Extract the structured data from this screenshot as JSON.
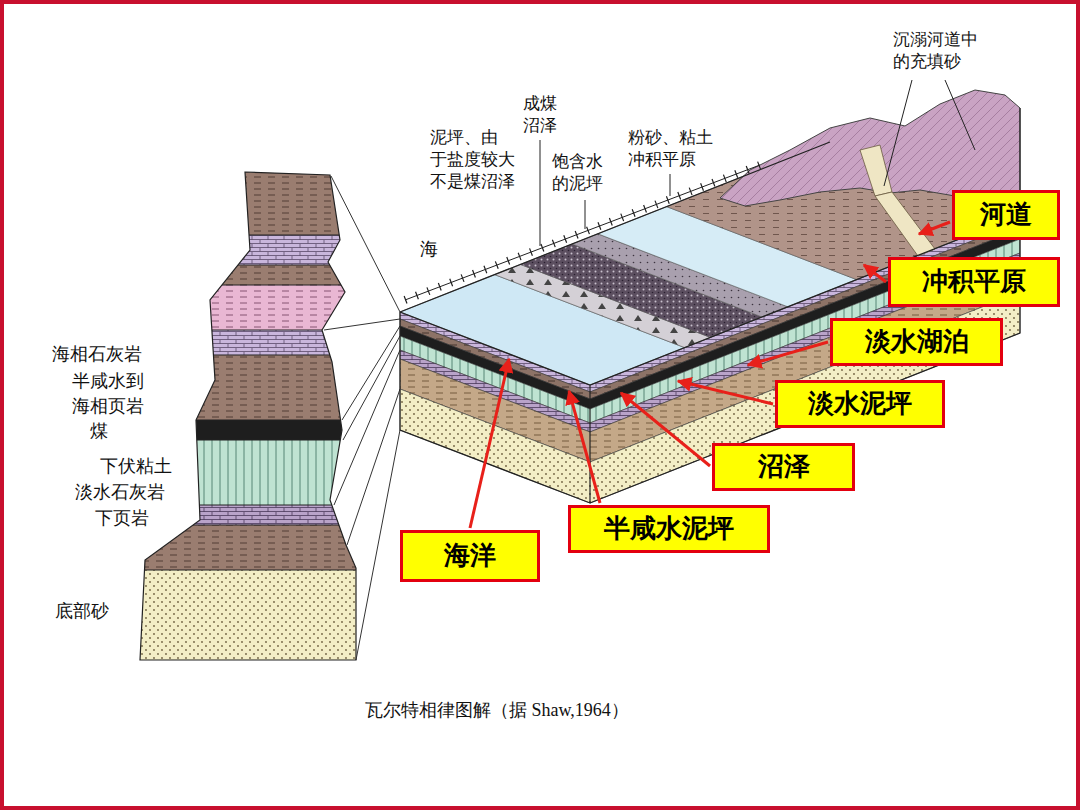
{
  "diagram": {
    "caption": "瓦尔特相律图解（据 Shaw,1964）",
    "nodes": [
      {
        "text": [
          "河道"
        ]
      },
      {
        "text": [
          "冲积平原"
        ]
      },
      {
        "text": [
          "淡水湖泊"
        ]
      },
      {
        "text": [
          "淡水泥坪"
        ]
      },
      {
        "text": [
          "沼泽"
        ]
      },
      {
        "text": [
          "半咸水泥坪"
        ]
      },
      {
        "text": [
          "海洋"
        ]
      }
    ],
    "labels": [
      "沉溺河道中 的充填砂",
      "成煤 沼泽",
      "泥坪、由 于盐度较大 不是煤沼泽",
      "饱含水 的泥坪",
      "粉砂、粘土 冲积平原",
      "海",
      "海相石灰岩",
      "半咸水到 海相页岩",
      "煤",
      "下伏粘土",
      "淡水石灰岩",
      "下页岩",
      "底部砂"
    ]
  }
}
